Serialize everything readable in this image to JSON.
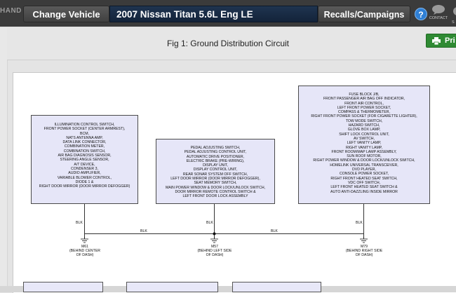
{
  "header": {
    "brand_fragment": "HAND",
    "change_vehicle_label": "Change Vehicle",
    "vehicle": "2007 Nissan Titan 5.6L Eng LE",
    "recalls_label": "Recalls/Campaigns",
    "help_symbol": "?",
    "contact_label": "CONTACT",
    "second_label_fragment": "S"
  },
  "figure": {
    "title": "Fig 1: Ground Distribution Circuit",
    "print_label": "Pri"
  },
  "diagram": {
    "box_left": [
      "ILLUMINATION CONTROL SWITCH,",
      "FRONT POWER SOCKET (CENTER ARMREST),",
      "BCM,",
      "NATS ANTENNA AMP,",
      "DATA LINK CONNECTOR,",
      "COMBINATION METER,",
      "COMBINATION SWITCH,",
      "AIR BAG DIAGNOSIS SENSOR,",
      "STEERING ANGLE SENSOR,",
      "A/T DEVICE,",
      "CONDENSER 3,",
      "AUDIO AMPLIFIER,",
      "VARIABLE BLOWER CONTROL,",
      "DIODE 1 &",
      "RIGHT DOOR MIRROR (DOOR MIRROR DEFOGGER)"
    ],
    "box_center": [
      "PEDAL ADJUSTING SWITCH,",
      "PEDAL ADJUSTING CONTROL UNIT,",
      "AUTOMATIC DRIVE POSITIONER,",
      "ELECTRIC BRAKE (PRE-WIRING),",
      "DISPLAY UNIT,",
      "DISPLAY CONTROL UNIT,",
      "REAR SONAR SYSTEM OFF SWITCH,",
      "LEFT DOOR MIRROR (DOOR MIRROR DEFOGGER),",
      "SEAT MEMORY SWITCH,",
      "MAIN POWER WINDOW & DOOR LOCK/UNLOCK SWITCH,",
      "DOOR MIRROR REMOTE CONTROL SWITCH &",
      "LEFT FRONT DOOR LOCK ASSEMBLY"
    ],
    "box_right": [
      "FUSE BLOCK J/B,",
      "FRONT PASSENGER AIR BAG OFF INDICATOR,",
      "FRONT AIR CONTROL,",
      "LEFT FRONT POWER SOCKET,",
      "COMPASS & THERMOMETER,",
      "RIGHT FRONT POWER SOCKET (FOR CIGARETTE LIGHTER),",
      "TOW MODE SWITCH,",
      "HAZARD SWITCH,",
      "GLOVE BOX LAMP,",
      "SHIFT LOCK CONTROL UNIT,",
      "AV SWITCH,",
      "LEFT VANITY LAMP,",
      "RIGHT VANITY LAMP,",
      "FRONT ROOM/MAP LAMP ASSEMBLY,",
      "SUN ROOF MOTOR,",
      "RIGHT POWER WINDOW & DOOR LOCK/UNLOCK SWITCH,",
      "HOMELINK UNIVERSAL TRANSCEIVER,",
      "DVD PLAYER,",
      "CONSOLE POWER SOCKET,",
      "RIGHT FRONT HEATED SEAT SWITCH,",
      "VDC OFF SWITCH,",
      "LEFT FRONT HEATED SEAT SWITCH &",
      "AUTO ANTI-DAZZLING INSIDE MIRROR"
    ],
    "wire_color": "BLK",
    "grounds": [
      {
        "id": "M61",
        "location_lines": [
          "(BEHIND CENTER",
          "OF DASH)"
        ]
      },
      {
        "id": "M57",
        "location_lines": [
          "(BEHIND LEFT SIDE",
          "OF DASH)"
        ]
      },
      {
        "id": "M79",
        "location_lines": [
          "(BEHIND RIGHT SIDE",
          "OF DASH)"
        ]
      }
    ]
  },
  "colors": {
    "topbar": "#3b3b3b",
    "vehicle_bar": "#1f3450",
    "help_blue": "#2f7fd4",
    "print_green": "#2f8a33",
    "component_box": "#e6e6f8"
  }
}
